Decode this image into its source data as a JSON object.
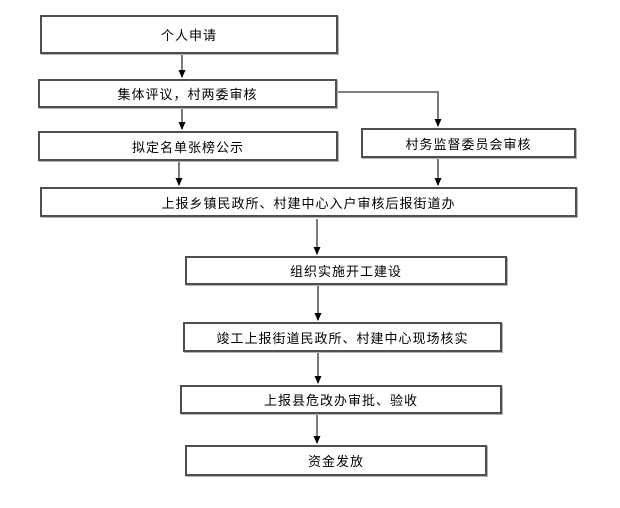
{
  "diagram": {
    "type": "flowchart",
    "background": "#ffffff",
    "colors": {
      "box_border": "#4f4f4f",
      "box_fill": "#ffffff",
      "line": "#595959",
      "arrowhead": "#000000",
      "text": "#000000"
    },
    "nodes": [
      {
        "id": "personal-application",
        "label": "个人申请"
      },
      {
        "id": "collective-review",
        "label": "集体评议，村两委审核"
      },
      {
        "id": "draft-list-publicity",
        "label": "拟定名单张榜公示"
      },
      {
        "id": "village-supervision-review",
        "label": "村务监督委员会审核"
      },
      {
        "id": "report-township-review",
        "label": "上报乡镇民政所、村建中心入户审核后报街道办"
      },
      {
        "id": "organize-construction",
        "label": "组织实施开工建设"
      },
      {
        "id": "completion-site-verification",
        "label": "竣工上报街道民政所、村建中心现场核实"
      },
      {
        "id": "county-approval-acceptance",
        "label": "上报县危改办审批、验收"
      },
      {
        "id": "fund-disbursement",
        "label": "资金发放"
      }
    ],
    "edges": [
      {
        "from": "personal-application",
        "to": "collective-review"
      },
      {
        "from": "collective-review",
        "to": "draft-list-publicity"
      },
      {
        "from": "collective-review",
        "to": "village-supervision-review"
      },
      {
        "from": "draft-list-publicity",
        "to": "report-township-review"
      },
      {
        "from": "village-supervision-review",
        "to": "report-township-review"
      },
      {
        "from": "report-township-review",
        "to": "organize-construction"
      },
      {
        "from": "organize-construction",
        "to": "completion-site-verification"
      },
      {
        "from": "completion-site-verification",
        "to": "county-approval-acceptance"
      },
      {
        "from": "county-approval-acceptance",
        "to": "fund-disbursement"
      }
    ]
  }
}
